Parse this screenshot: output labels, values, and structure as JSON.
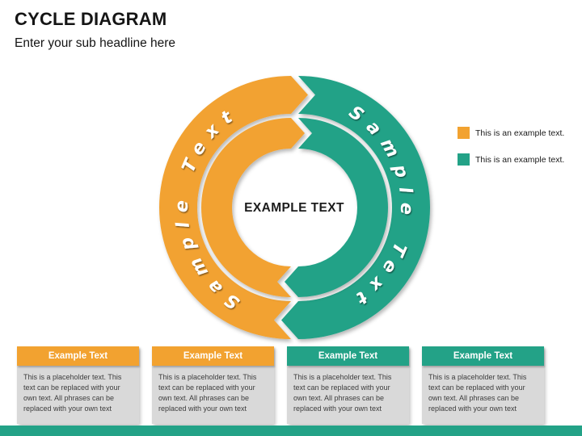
{
  "slide": {
    "title": "CYCLE DIAGRAM",
    "subtitle": "Enter your sub headline here",
    "footer_bar_color": "#23A287"
  },
  "palette": {
    "orange": "#F2A230",
    "teal": "#23A287"
  },
  "diagram": {
    "center_label": "EXAMPLE TEXT",
    "segments": [
      {
        "position": "left",
        "label": "Sample Text",
        "color": "#F2A230"
      },
      {
        "position": "right",
        "label": "Sample Text",
        "color": "#23A287"
      }
    ]
  },
  "legend": {
    "items": [
      {
        "label": "This is an example text.",
        "color": "#F2A230"
      },
      {
        "label": "This is an example text.",
        "color": "#23A287"
      }
    ]
  },
  "cards": [
    {
      "header": "Example Text",
      "header_color": "#F2A230",
      "body": "This is a placeholder text. This text can be replaced with your own text. All phrases can be replaced with your own text"
    },
    {
      "header": "Example Text",
      "header_color": "#F2A230",
      "body": "This is a placeholder text. This text can be replaced with your own text. All phrases can be replaced with your own text"
    },
    {
      "header": "Example Text",
      "header_color": "#23A287",
      "body": "This is a placeholder text. This text can be replaced with your own text. All phrases can be replaced with your own text"
    },
    {
      "header": "Example Text",
      "header_color": "#23A287",
      "body": "This is a placeholder text. This text can be replaced with your own text. All phrases can be replaced with your own text"
    }
  ]
}
